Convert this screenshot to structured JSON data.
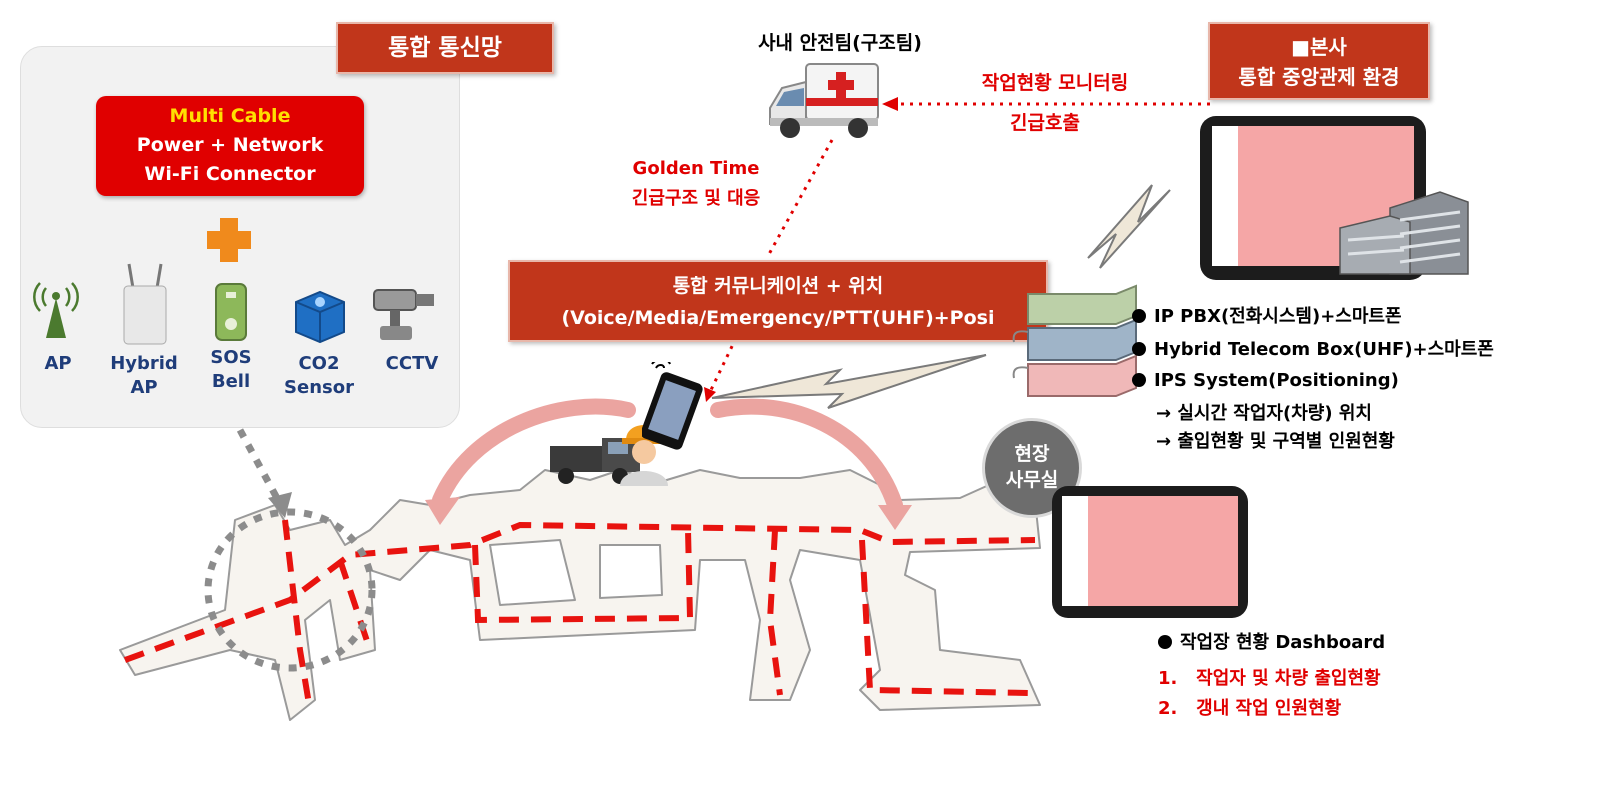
{
  "network_panel": {
    "title": "통합 통신망",
    "multi_cable": {
      "line1": "Multi Cable",
      "line2": "Power + Network",
      "line3": "Wi-Fi Connector"
    },
    "devices": [
      {
        "label": "AP",
        "icon": "antenna-icon"
      },
      {
        "label": "Hybrid\nAP",
        "icon": "access-point-icon"
      },
      {
        "label": "SOS\nBell",
        "icon": "sos-bell-icon"
      },
      {
        "label": "CO2\nSensor",
        "icon": "co2-sensor-icon"
      },
      {
        "label": "CCTV",
        "icon": "cctv-camera-icon"
      }
    ]
  },
  "rescue_team": {
    "label": "사내 안전팀(구조팀)",
    "icon": "ambulance-icon"
  },
  "headquarters": {
    "line1": "■본사",
    "line2": "통합 중앙관제 환경"
  },
  "monitoring": {
    "line1": "작업현황 모니터링",
    "line2": "긴급호출"
  },
  "golden_time": {
    "line1": "Golden Time",
    "line2": "긴급구조 및 대응"
  },
  "integration_box": {
    "line1": "통합 커뮤니케이션 + 위치",
    "line2": "(Voice/Media/Emergency/PTT(UHF)+Posi"
  },
  "systems": [
    "IP PBX(전화시스템)+스마트폰",
    "Hybrid Telecom Box(UHF)+스마트폰",
    "IPS System(Positioning)"
  ],
  "ips_details": [
    "→ 실시간 작업자(차량) 위치",
    "→ 출입현황 및 구역별 인원현황"
  ],
  "site_office": {
    "line1": "현장",
    "line2": "사무실"
  },
  "dashboard": {
    "title": "작업장 현황 Dashboard",
    "items": [
      "1.   작업자 및 차량 출입현황",
      "2.   갱내 작업 인원현황"
    ]
  },
  "colors": {
    "accent_red": "#e00000",
    "box_red": "#c1361b",
    "label_blue": "#1f3d7a",
    "route_red": "#e8130f"
  }
}
